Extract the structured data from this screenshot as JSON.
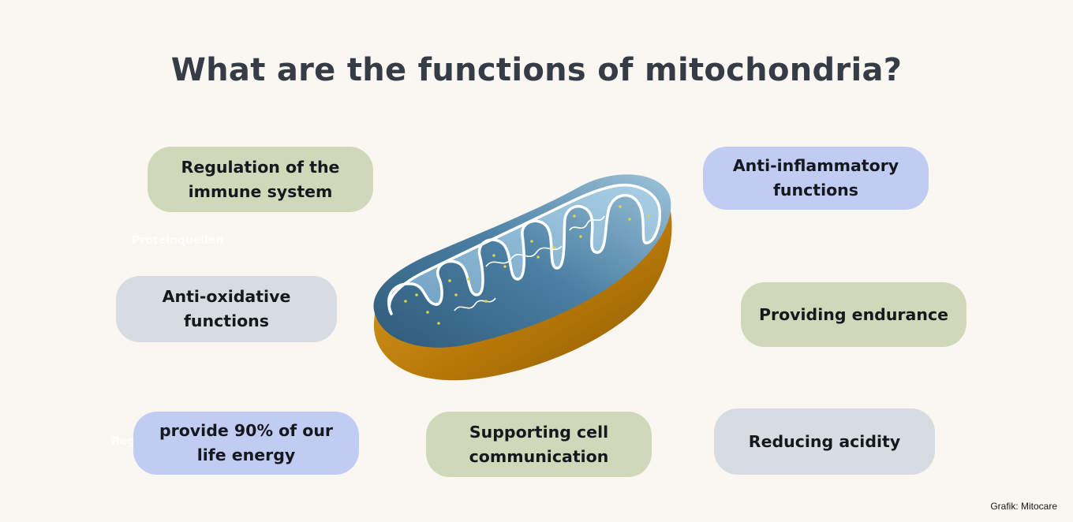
{
  "title": "What are the functions of mitochondria?",
  "functions": {
    "immune": "Regulation of the immune system",
    "anti_inflammatory": "Anti-inflammatory functions",
    "anti_oxidative": "Anti-oxidative functions",
    "endurance": "Providing endurance",
    "energy": "provide 90% of our life energy",
    "communication": "Supporting cell communication",
    "acidity": "Reducing acidity"
  },
  "ghost_text": {
    "proteinquellen": "Proteinquellen",
    "reg": "Reg"
  },
  "credit": "Grafik: Mitocare",
  "colors": {
    "green_pill": "#cfd9ba",
    "blue_pill": "#c0ccf2",
    "grey_pill": "#d7dce2",
    "outer_membrane": "#c4820e",
    "inner_blue": "#5f93b5"
  }
}
